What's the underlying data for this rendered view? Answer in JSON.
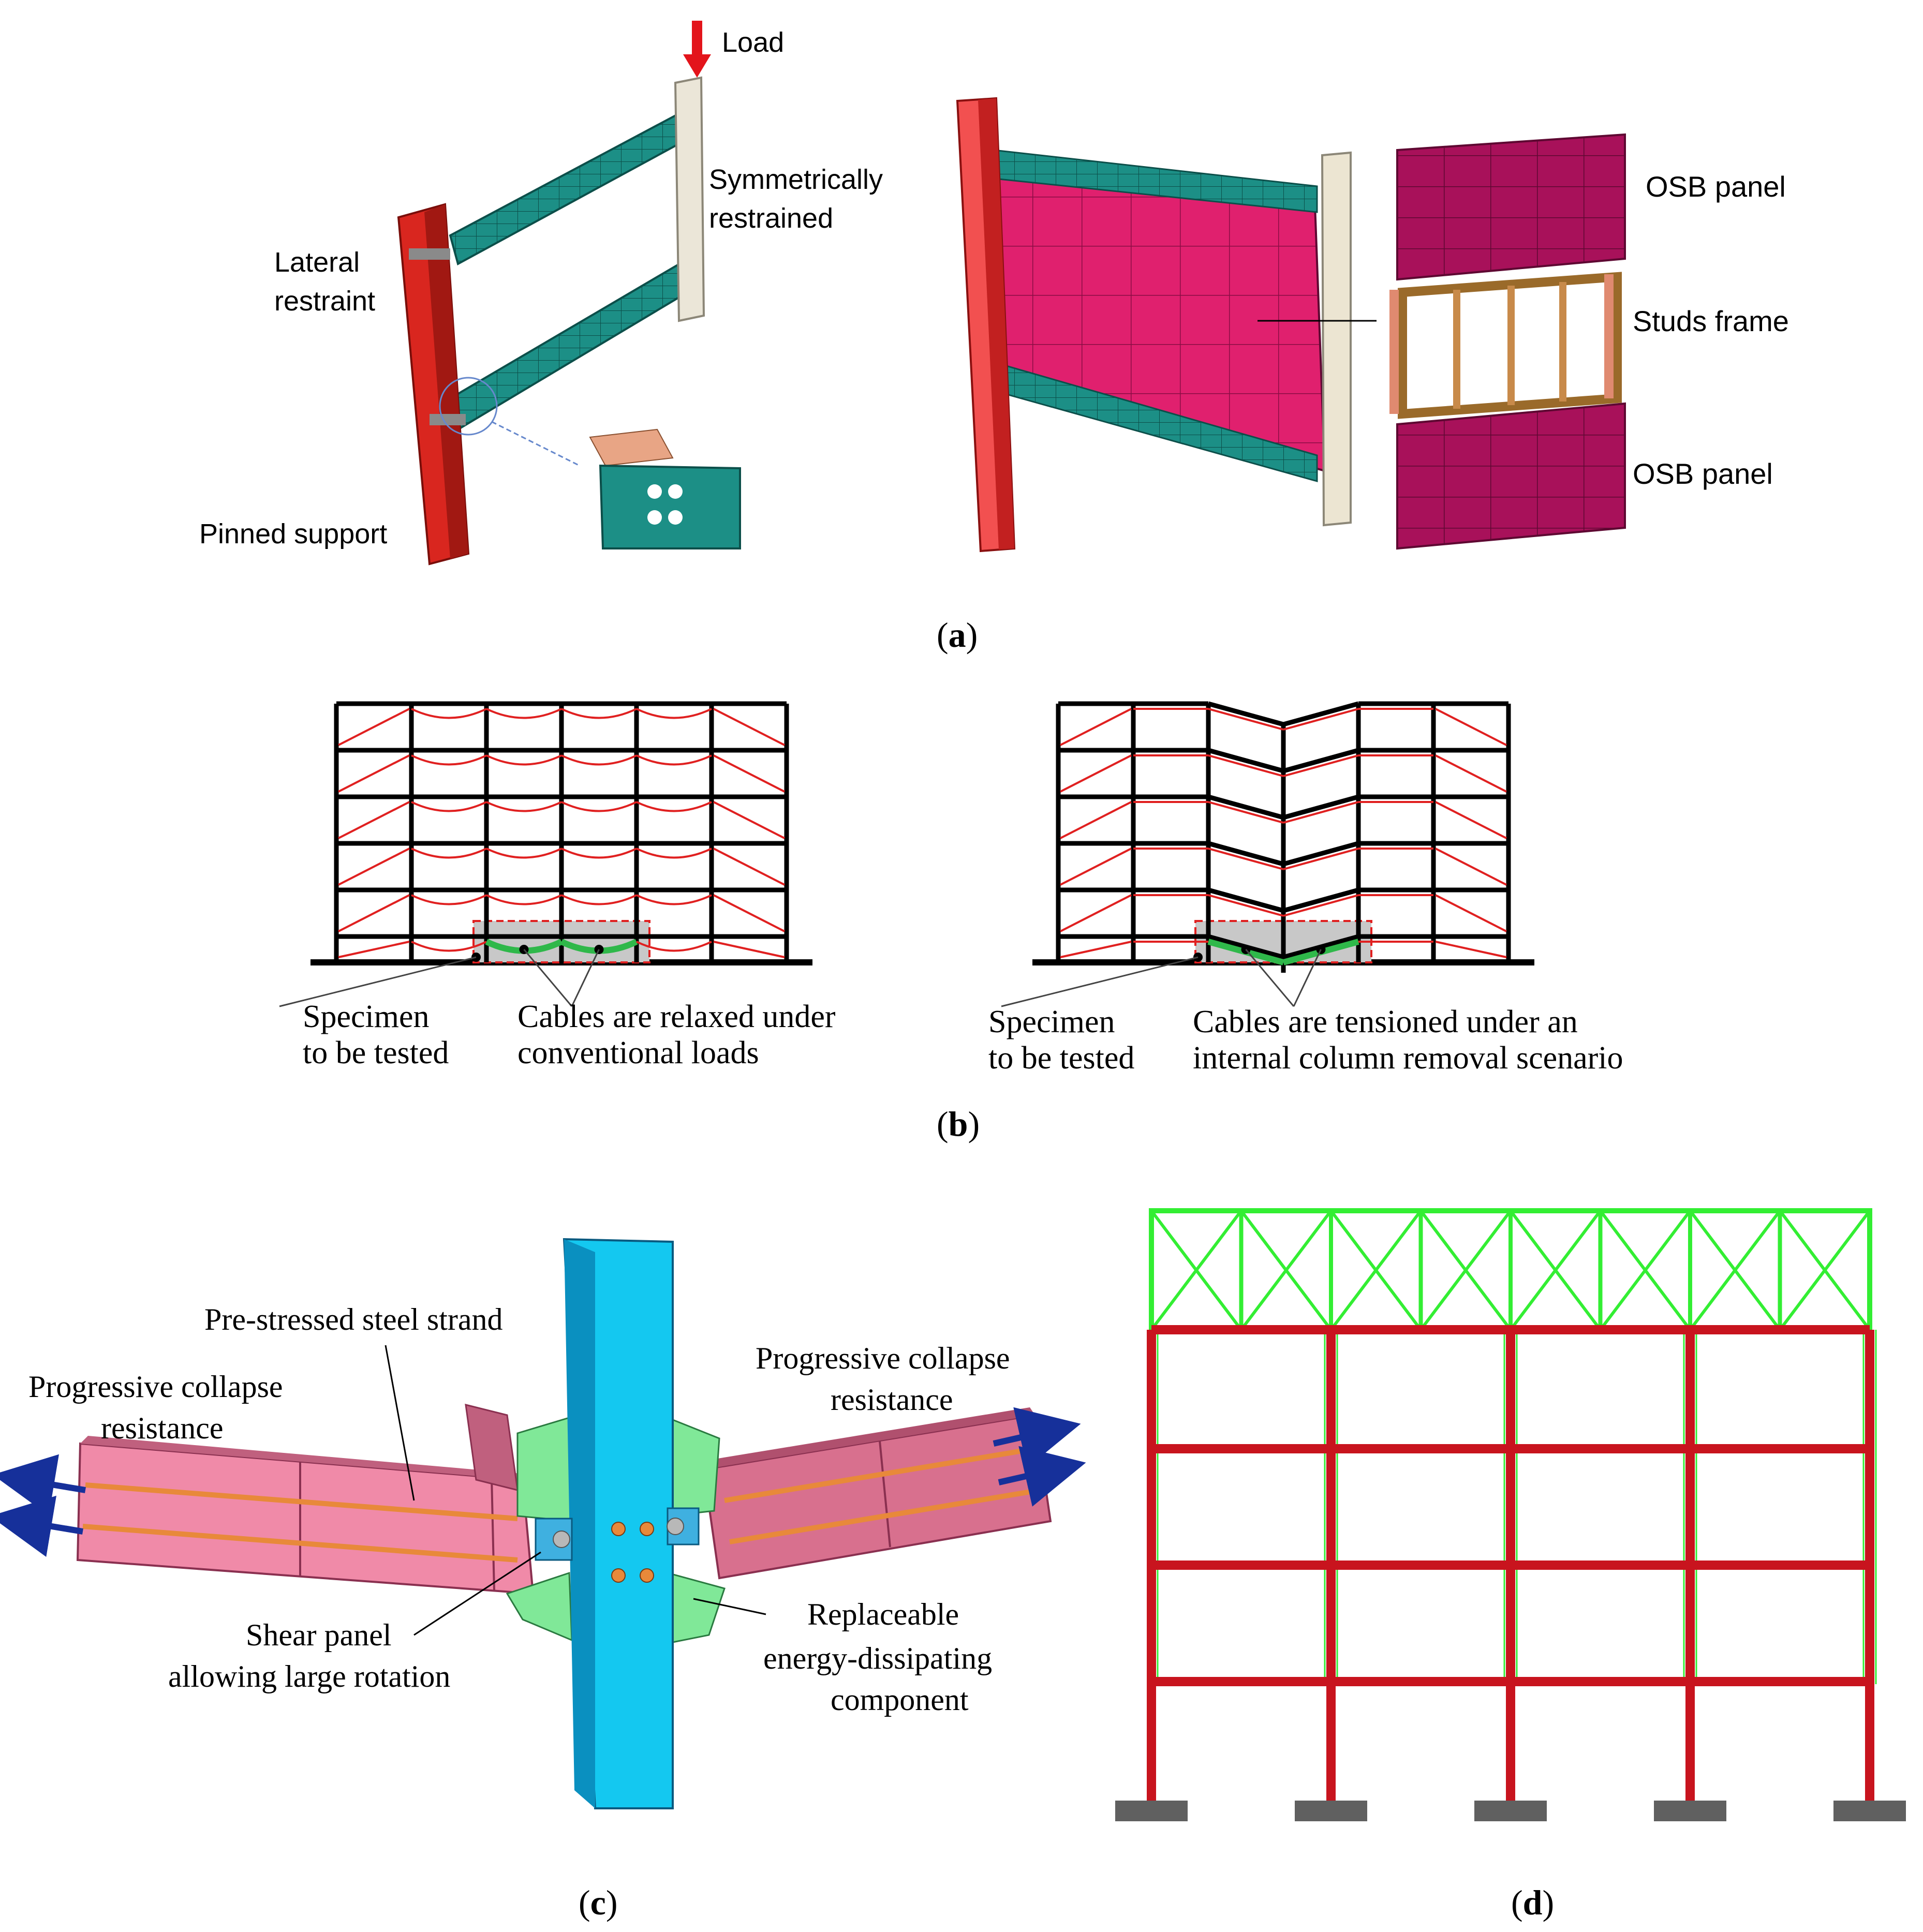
{
  "panel_a": {
    "left": {
      "load": "Load",
      "sym1": "Symmetrically",
      "sym2": "restrained",
      "lat1": "Lateral",
      "lat2": "restraint",
      "pinned": "Pinned support"
    },
    "right": {
      "osb_top": "OSB panel",
      "studs": "Studs frame",
      "osb_bottom": "OSB panel"
    },
    "caption_letter": "a"
  },
  "panel_b": {
    "left": {
      "spec1": "Specimen",
      "spec2": "to be tested",
      "cab1": "Cables are relaxed under",
      "cab2": "conventional loads"
    },
    "right": {
      "spec1": "Specimen",
      "spec2": "to be tested",
      "cab1": "Cables are tensioned under an",
      "cab2": "internal column removal scenario"
    },
    "caption_letter": "b"
  },
  "panel_c": {
    "strand": "Pre-stressed steel strand",
    "pcl1": "Progressive collapse",
    "pcl2": "resistance",
    "pcr1": "Progressive collapse",
    "pcr2": "resistance",
    "shear1": "Shear panel",
    "shear2": "allowing large rotation",
    "rep1": "Replaceable",
    "rep2": "energy-dissipating",
    "rep3": "component",
    "caption_letter": "c"
  },
  "panel_d": {
    "caption_letter": "d"
  },
  "colors": {
    "red_column": "#d9261f",
    "teal_beam": "#1c8f86",
    "magenta_panel": "#e0206e",
    "osb_dark": "#a8115a",
    "cable_red": "#e02020",
    "cable_green": "#2fb84a",
    "pink_beam": "#f08aa8",
    "cyan_column": "#14c8f0",
    "green_truss": "#33ee33",
    "frame_red": "#c8141e",
    "support_gray": "#606060",
    "arrow_blue": "#16309a"
  }
}
